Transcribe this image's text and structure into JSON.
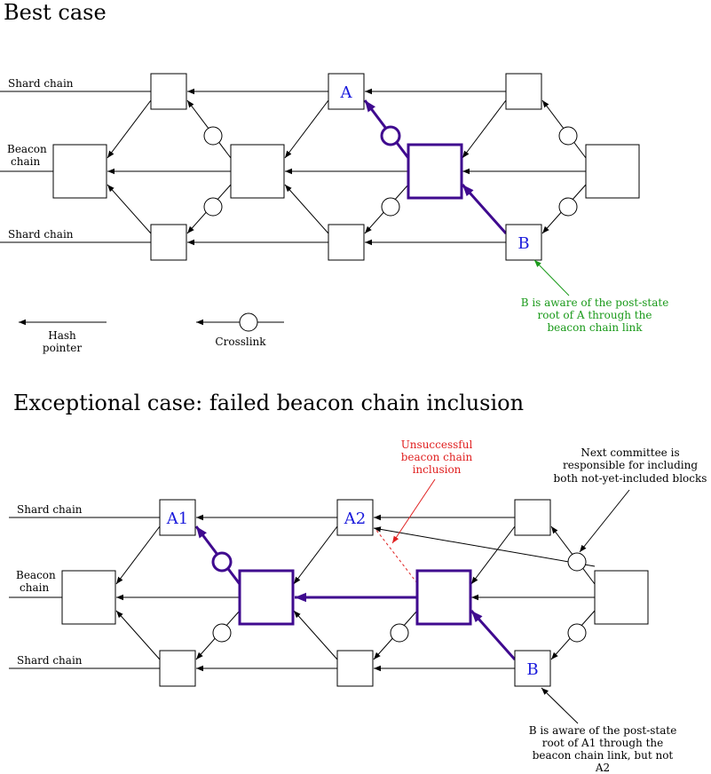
{
  "best": {
    "title": "Best case",
    "shard_top": "Shard chain",
    "beacon_line1": "Beacon",
    "beacon_line2": "chain",
    "shard_bottom": "Shard chain",
    "block_a": "A",
    "block_b": "B",
    "note": [
      "B is aware of the post-state",
      "root of A through the",
      "beacon chain link"
    ],
    "legend_hash": [
      "Hash",
      "pointer"
    ],
    "legend_crosslink": "Crosslink"
  },
  "exceptional": {
    "title": "Exceptional case: failed beacon chain inclusion",
    "shard_top": "Shard chain",
    "beacon_line1": "Beacon",
    "beacon_line2": "chain",
    "shard_bottom": "Shard chain",
    "block_a1": "A1",
    "block_a2": "A2",
    "block_b": "B",
    "unsuccessful": [
      "Unsuccessful",
      "beacon chain",
      "inclusion"
    ],
    "next_committee": [
      "Next committee is",
      "responsible for including",
      "both not-yet-included blocks"
    ],
    "note": [
      "B is aware of the post-state",
      "root of A1 through the",
      "beacon chain link, but not",
      "A2"
    ]
  },
  "colors": {
    "highlight": "#3f0a8f",
    "block_label": "#1a1adc",
    "note_green": "#1a9a1a",
    "note_red": "#e02020"
  }
}
